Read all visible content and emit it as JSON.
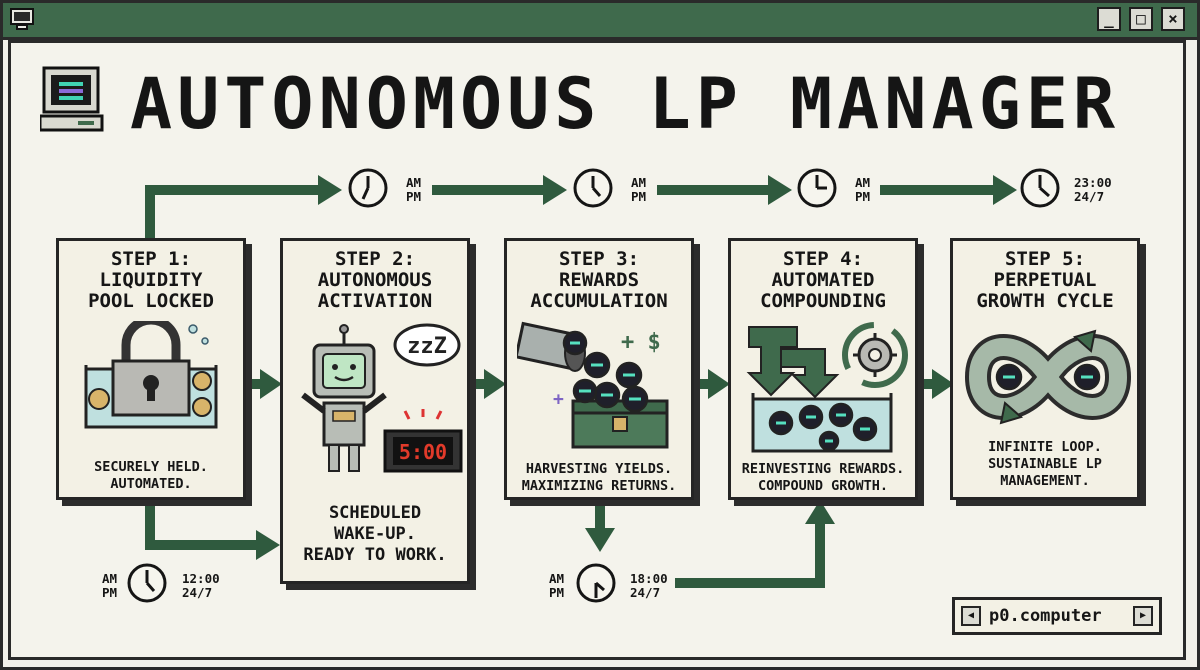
{
  "window": {
    "minimize_glyph": "_",
    "maximize_glyph": "□",
    "close_glyph": "×"
  },
  "title": "AUTONOMOUS LP MANAGER",
  "steps": [
    {
      "title": "STEP 1:\nLIQUIDITY\nPOOL LOCKED",
      "description": "SECURELY HELD.\nAUTOMATED.",
      "icon": "padlock-in-pool-icon"
    },
    {
      "title": "STEP 2:\nAUTONOMOUS\nACTIVATION",
      "description": "SCHEDULED\nWAKE-UP.\nREADY TO WORK.",
      "icon": "robot-alarm-icon",
      "bubble": "zzZ",
      "alarm_time": "5:00"
    },
    {
      "title": "STEP 3:\nREWARDS\nACCUMULATION",
      "description": "HARVESTING YIELDS.\nMAXIMIZING RETURNS.",
      "icon": "treasure-chest-icon",
      "symbol": "+ $",
      "plus": "+"
    },
    {
      "title": "STEP 4:\nAUTOMATED\nCOMPOUNDING",
      "description": "REINVESTING REWARDS.\nCOMPOUND GROWTH.",
      "icon": "compounding-gear-icon"
    },
    {
      "title": "STEP 5:\nPERPETUAL\nGROWTH CYCLE",
      "description": "INFINITE LOOP.\nSUSTAINABLE LP\nMANAGEMENT.",
      "icon": "infinity-loop-icon"
    }
  ],
  "clocks": [
    {
      "label": "AM\nPM"
    },
    {
      "label": "AM\nPM"
    },
    {
      "label": "AM\nPM"
    },
    {
      "label": "23:00\n24/7"
    },
    {
      "label_left": "AM\nPM",
      "label_right": "12:00\n24/7"
    },
    {
      "label_left": "AM\nPM",
      "label_right": "18:00\n24/7"
    }
  ],
  "footer": {
    "text": "p0.computer",
    "left_glyph": "◀",
    "right_glyph": "▶"
  },
  "colors": {
    "accent": "#3f6a4c",
    "arrow": "#2f5a3e",
    "card_bg": "#f3f1e5",
    "background": "#f4f3ec"
  }
}
